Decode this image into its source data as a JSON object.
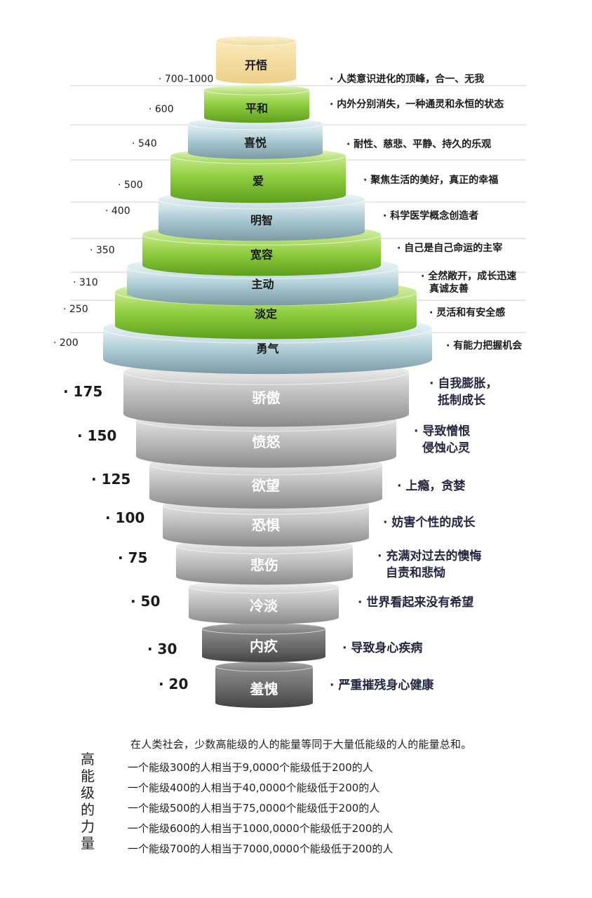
{
  "colors": {
    "green_top": "#c7ea8c",
    "green_mid": "#8fcd3f",
    "green_dark": "#5f9f1e",
    "blue_top": "#e9f4f6",
    "blue_mid": "#a8c9d2",
    "blue_dark": "#7d9aa3",
    "gold_top": "#fbeab8",
    "gold_mid": "#eccf8a",
    "grey_top": "#eeeeee",
    "grey_mid": "#b7b7b7",
    "grey_dark": "#8a8a8a",
    "dgrey_top": "#9a9a9a",
    "dgrey_mid": "#6c6c6c",
    "dgrey_dark": "#444444",
    "text_dark": "#1a1a1a",
    "text_navy": "#242742"
  },
  "levels": [
    {
      "value": "700–1000",
      "name": "开悟",
      "desc": [
        "人类意识进化的顶峰，合一、无我"
      ],
      "style": "gold"
    },
    {
      "value": "600",
      "name": "平和",
      "desc": [
        "内外分别消失，一种通灵和永恒的状态"
      ],
      "style": "green"
    },
    {
      "value": "540",
      "name": "喜悦",
      "desc": [
        "耐性、慈悲、平静、持久的乐观"
      ],
      "style": "blue"
    },
    {
      "value": "500",
      "name": "爱",
      "desc": [
        "聚焦生活的美好，真正的幸福"
      ],
      "style": "green"
    },
    {
      "value": "400",
      "name": "明智",
      "desc": [
        "科学医学概念创造者"
      ],
      "style": "blue"
    },
    {
      "value": "350",
      "name": "宽容",
      "desc": [
        "自己是自己命运的主宰"
      ],
      "style": "green"
    },
    {
      "value": "310",
      "name": "主动",
      "desc": [
        "全然敞开，成长迅速",
        "真诚友善"
      ],
      "style": "blue"
    },
    {
      "value": "250",
      "name": "淡定",
      "desc": [
        "灵活和有安全感"
      ],
      "style": "green"
    },
    {
      "value": "200",
      "name": "勇气",
      "desc": [
        "有能力把握机会"
      ],
      "style": "blue"
    },
    {
      "value": "175",
      "name": "骄傲",
      "desc": [
        "自我膨胀，",
        "抵制成长"
      ],
      "style": "grey"
    },
    {
      "value": "150",
      "name": "愤怒",
      "desc": [
        "导致憎恨",
        "侵蚀心灵"
      ],
      "style": "grey"
    },
    {
      "value": "125",
      "name": "欲望",
      "desc": [
        "上瘾，贪婪"
      ],
      "style": "grey"
    },
    {
      "value": "100",
      "name": "恐惧",
      "desc": [
        "妨害个性的成长"
      ],
      "style": "grey"
    },
    {
      "value": "75",
      "name": "悲伤",
      "desc": [
        "充满对过去的懊悔",
        "自责和悲恸"
      ],
      "style": "grey"
    },
    {
      "value": "50",
      "name": "冷淡",
      "desc": [
        "世界看起来没有希望"
      ],
      "style": "grey"
    },
    {
      "value": "30",
      "name": "内疚",
      "desc": [
        "导致身心疾病"
      ],
      "style": "dgrey"
    },
    {
      "value": "20",
      "name": "羞愧",
      "desc": [
        "严重摧残身心健康"
      ],
      "style": "dgrey"
    }
  ],
  "footer": {
    "heading": "在人类社会，少数高能级的人的能量等同于大量低能级的人的能量总和。",
    "side_label": "高能级的力量",
    "lines": [
      "一个能级300的人相当于9,0000个能级低于200的人",
      "一个能级400的人相当于40,0000个能级低于200的人",
      "一个能级500的人相当于75,0000个能级低于200的人",
      "一个能级600的人相当于1000,0000个能级低于200的人",
      "一个能级700的人相当于7000,0000个能级低于200的人"
    ]
  }
}
